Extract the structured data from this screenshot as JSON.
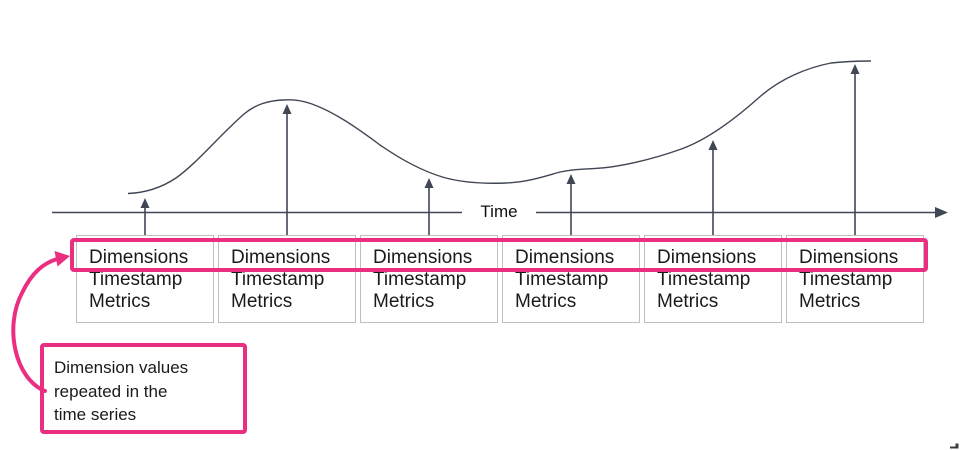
{
  "axis": {
    "label": "Time"
  },
  "records": [
    {
      "dimensions": "Dimensions",
      "timestamp": "Timestamp",
      "metrics": "Metrics"
    },
    {
      "dimensions": "Dimensions",
      "timestamp": "Timestamp",
      "metrics": "Metrics"
    },
    {
      "dimensions": "Dimensions",
      "timestamp": "Timestamp",
      "metrics": "Metrics"
    },
    {
      "dimensions": "Dimensions",
      "timestamp": "Timestamp",
      "metrics": "Metrics"
    },
    {
      "dimensions": "Dimensions",
      "timestamp": "Timestamp",
      "metrics": "Metrics"
    },
    {
      "dimensions": "Dimensions",
      "timestamp": "Timestamp",
      "metrics": "Metrics"
    }
  ],
  "callout": {
    "lines": [
      "Dimension values",
      "repeated in the",
      "time series"
    ]
  },
  "colors": {
    "accent_pink": "#ea2f80",
    "diagram_line": "#414655",
    "box_border": "#bfbfc3",
    "text": "#1a1a1a"
  }
}
